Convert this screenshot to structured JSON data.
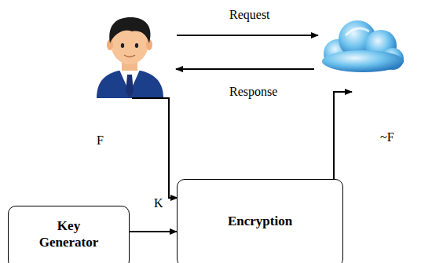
{
  "diagram": {
    "nodes": [
      {
        "text": [
          "Key Generator"
        ]
      },
      {
        "text": [
          "Encryption"
        ]
      }
    ],
    "edges": [
      {
        "from": 0,
        "to": 1,
        "arrow": "to"
      }
    ],
    "labels": [
      "Request",
      "Response",
      "F",
      "~F",
      "K"
    ]
  }
}
